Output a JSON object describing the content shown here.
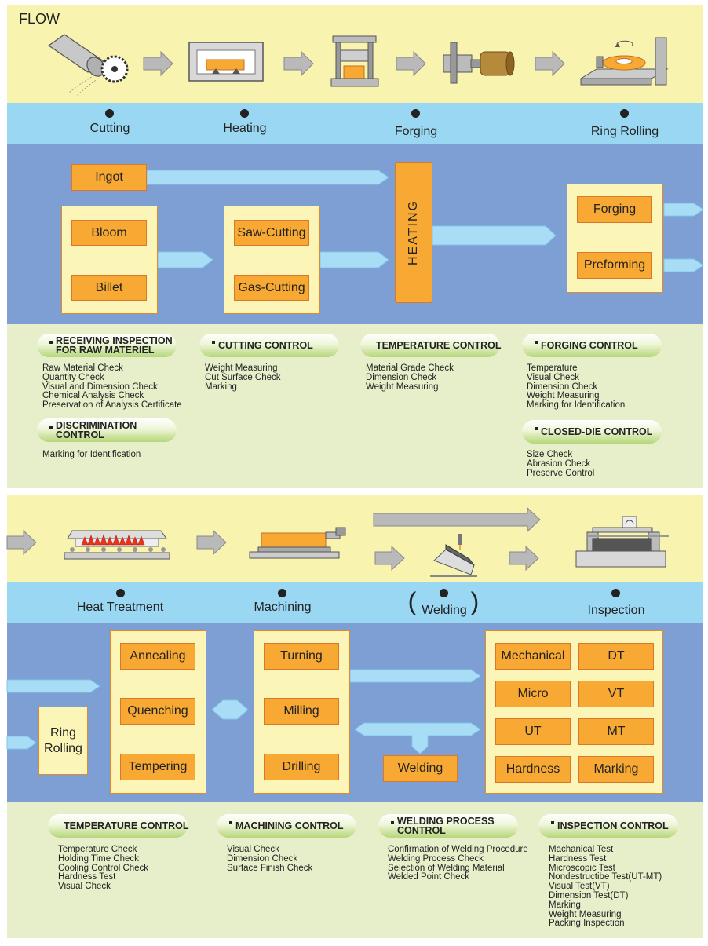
{
  "header": {
    "flow_label": "FLOW"
  },
  "stages_top": [
    "Cutting",
    "Heating",
    "Forging",
    "Ring Rolling"
  ],
  "process_top": {
    "ingot": "Ingot",
    "bloom": "Bloom",
    "billet": "Billet",
    "saw_cutting": "Saw-Cutting",
    "gas_cutting": "Gas-Cutting",
    "heating": "HEATING",
    "forging": "Forging",
    "preforming": "Preforming"
  },
  "controls_top": [
    {
      "title": "RECEIVING INSPECTION\nFOR RAW MATERIEL",
      "items": [
        "Raw Material Check",
        "Quantity Check",
        "Visual and Dimension Check",
        "Chemical Analysis Check",
        "Preservation of Analysis Certificate"
      ]
    },
    {
      "title": "DISCRIMINATION\nCONTROL",
      "items": [
        "Marking for Identification"
      ]
    },
    {
      "title": "CUTTING CONTROL",
      "items": [
        "Weight Measuring",
        "Cut Surface Check",
        "Marking"
      ]
    },
    {
      "title": "TEMPERATURE CONTROL",
      "items": [
        "Material Grade Check",
        "Dimension Check",
        "Weight Measuring"
      ]
    },
    {
      "title": "FORGING CONTROL",
      "items": [
        "Temperature",
        "Visual Check",
        "Dimension Check",
        "Weight Measuring",
        "Marking for Identification"
      ]
    },
    {
      "title": "CLOSED-DIE CONTROL",
      "items": [
        "Size Check",
        "Abrasion Check",
        "Preserve Control"
      ]
    }
  ],
  "stages_bottom": [
    "Heat Treatment",
    "Machining",
    "Welding",
    "Inspection"
  ],
  "welding_parens": {
    "open": "(",
    "close": ")"
  },
  "process_bottom": {
    "ring_rolling": "Ring\nRolling",
    "annealing": "Annealing",
    "quenching": "Quenching",
    "tempering": "Tempering",
    "turning": "Turning",
    "milling": "Milling",
    "drilling": "Drilling",
    "welding": "Welding",
    "inspection_items": [
      "Mechanical",
      "DT",
      "Micro",
      "VT",
      "UT",
      "MT",
      "Hardness",
      "Marking"
    ]
  },
  "controls_bottom": [
    {
      "title": "TEMPERATURE CONTROL",
      "items": [
        "Temperature Check",
        "Holding Time Check",
        "Cooling Control Check",
        "Hardness Test",
        "Visual Check"
      ]
    },
    {
      "title": "MACHINING CONTROL",
      "items": [
        "Visual Check",
        "Dimension Check",
        "Surface Finish Check"
      ]
    },
    {
      "title": "WELDING PROCESS\nCONTROL",
      "items": [
        "Confirmation of Welding Procedure",
        "Welding Process Check",
        "Selection of Welding Material",
        "Welded Point Check"
      ]
    },
    {
      "title": "INSPECTION CONTROL",
      "items": [
        "Machanical Test",
        "Hardness Test",
        "Microscopic Test",
        "Nondestructibe Test(UT-MT)",
        "Visual Test(VT)",
        "Dimension Test(DT)",
        "Marking",
        "Weight Measuring",
        "Packing Inspection"
      ]
    }
  ]
}
